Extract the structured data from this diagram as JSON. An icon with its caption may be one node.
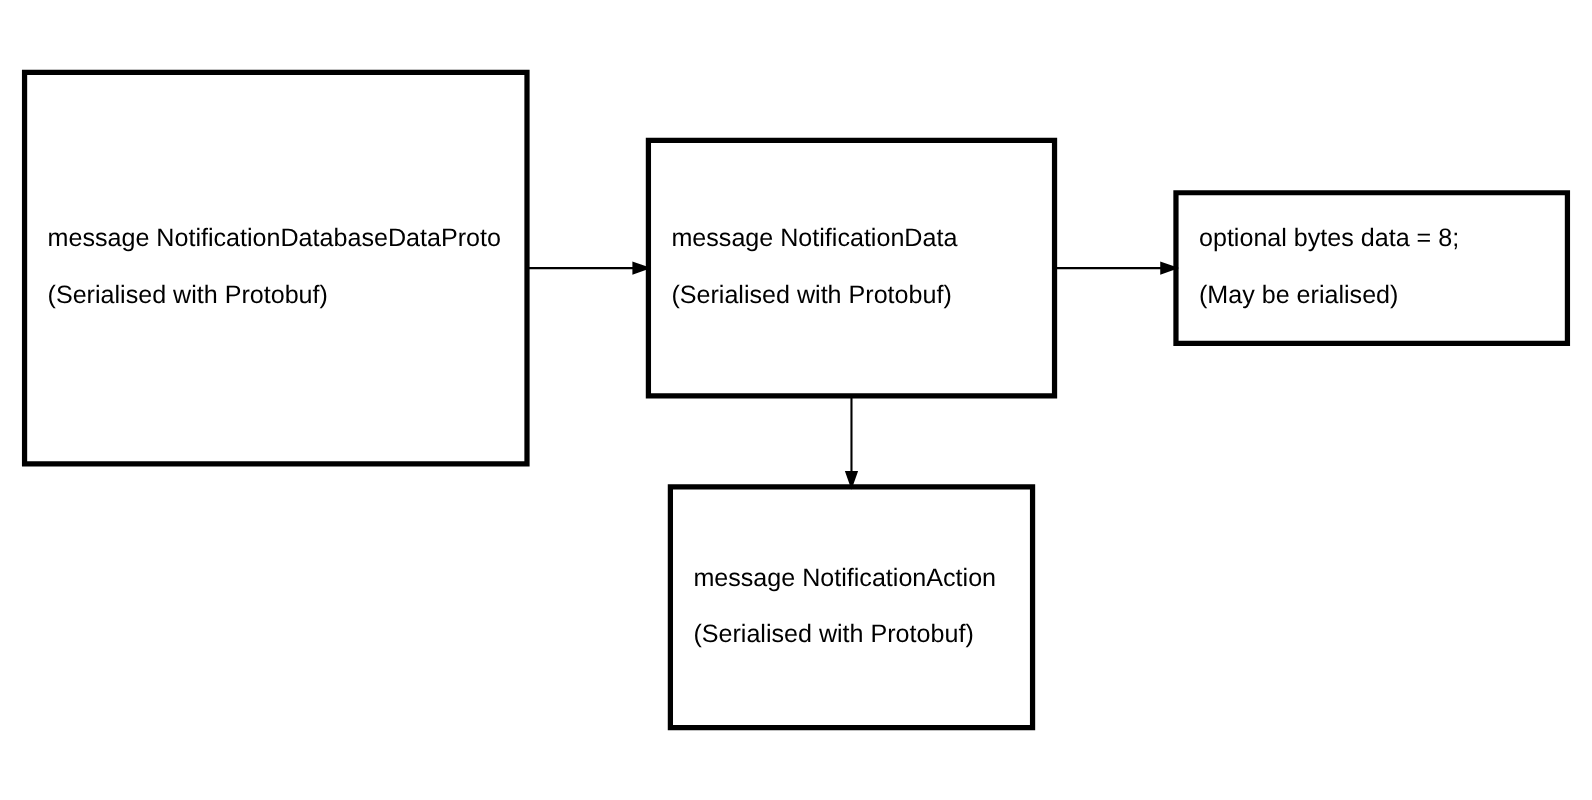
{
  "diagram": {
    "nodes": [
      {
        "text": [
          "message NotificationDatabaseDataProto",
          "(Serialised with Protobuf)"
        ]
      },
      {
        "text": [
          "message NotificationAction",
          "(Serialised with Protobuf)"
        ]
      },
      {
        "text": [
          "message NotificationData",
          "(Serialised with Protobuf)"
        ]
      },
      {
        "text": [
          "optional bytes data = 8;",
          "(May be erialised)"
        ]
      }
    ],
    "edges": [
      {
        "from": 0,
        "to": 2,
        "arrow": "to"
      },
      {
        "from": 2,
        "to": 1,
        "arrow": "to"
      },
      {
        "from": 2,
        "to": 3,
        "arrow": "to"
      }
    ]
  }
}
